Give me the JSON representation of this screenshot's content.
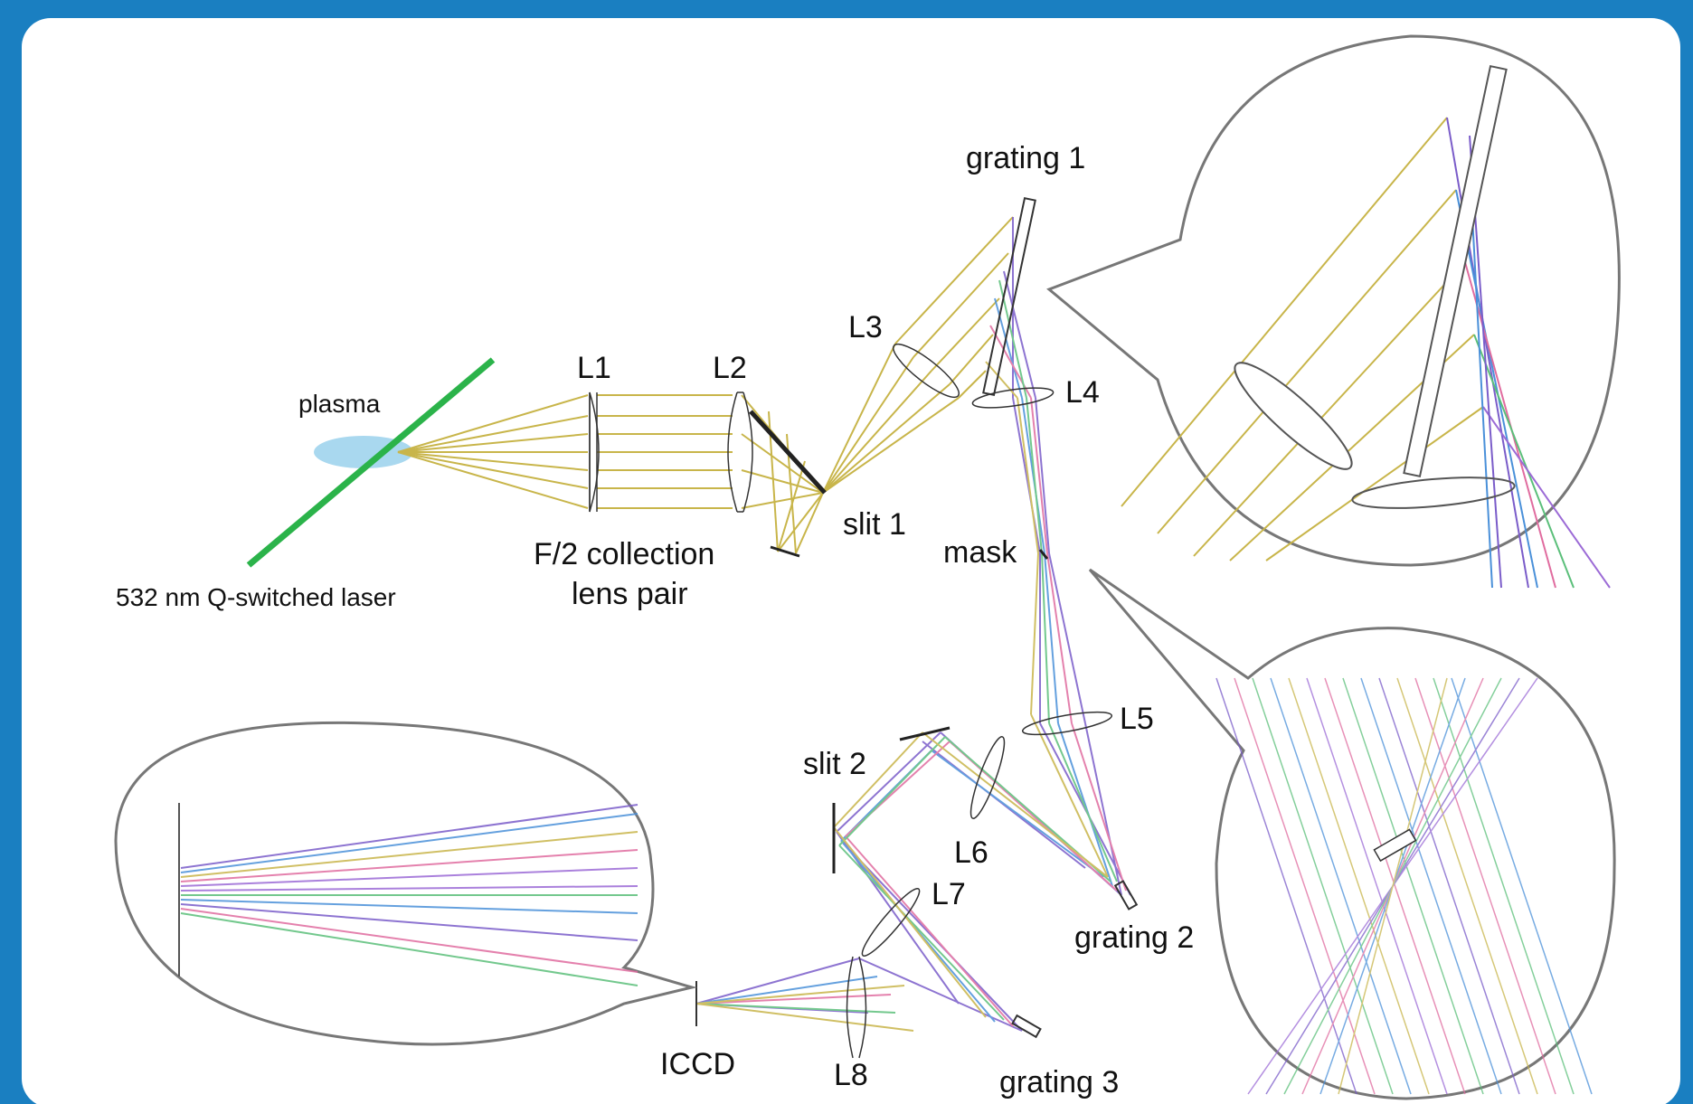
{
  "labels": {
    "plasma": "plasma",
    "laser": "532 nm Q-switched laser",
    "l1": "L1",
    "l2": "L2",
    "collection_line1": "F/2 collection",
    "collection_line2": "lens pair",
    "l3": "L3",
    "grating1": "grating 1",
    "l4": "L4",
    "slit1": "slit 1",
    "mask": "mask",
    "l5": "L5",
    "slit2": "slit 2",
    "l6": "L6",
    "grating2": "grating 2",
    "l7": "L7",
    "l8": "L8",
    "iccd": "ICCD",
    "grating3": "grating 3"
  },
  "colors": {
    "frame_border": "#1a7fc1",
    "laser": "#2bb34a",
    "plasma": "#a9d8ef",
    "ray_primary": "#c8b54a",
    "component_stroke": "#333333",
    "callout_stroke": "#777777",
    "ray_colors": [
      "#7a5cc9",
      "#4a90d9",
      "#e06c9f",
      "#5bbf7a",
      "#c8b54a",
      "#9c6bd6"
    ]
  }
}
